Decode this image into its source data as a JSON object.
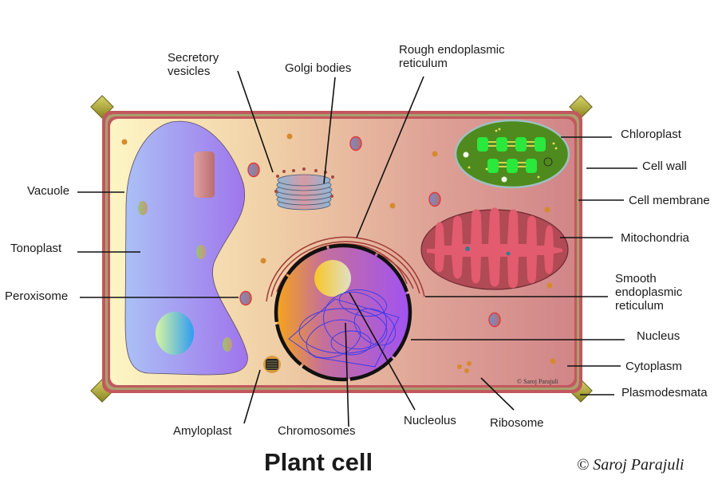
{
  "title": "Plant cell",
  "copyright": "© Saroj Parajuli",
  "watermark": "© Saroj Parajuli",
  "labels": {
    "secretory_vesicles": [
      "Secretory",
      "vesicles"
    ],
    "golgi_bodies": "Golgi bodies",
    "rough_er": [
      "Rough endoplasmic",
      "reticulum"
    ],
    "chloroplast": "Chloroplast",
    "cell_wall": "Cell wall",
    "cell_membrane": "Cell membrane",
    "mitochondria": "Mitochondria",
    "smooth_er": [
      "Smooth",
      "endoplasmic",
      "reticulum"
    ],
    "nucleus": "Nucleus",
    "cytoplasm": "Cytoplasm",
    "plasmodesmata": "Plasmodesmata",
    "vacuole": "Vacuole",
    "tonoplast": "Tonoplast",
    "peroxisome": "Peroxisome",
    "amyloplast": "Amyloplast",
    "chromosomes": "Chromosomes",
    "nucleolus": "Nucleolus",
    "ribosome": "Ribosome"
  },
  "colors": {
    "cell_wall": "#c2585e",
    "wall_inner": "#a8a070",
    "cytoplasm_left": "#fdf3c0",
    "cytoplasm_right": "#d48a8c",
    "vacuole_left": "#a9bdf5",
    "vacuole_right": "#a078ec",
    "chloroplast": "#4f8a1e",
    "thylakoid": "#22e83a",
    "mitochondria_outer": "#b04a55",
    "mitochondria_inner": "#e25b6e",
    "nucleus_left": "#f7a21c",
    "nucleus_right": "#a455f0",
    "nucleolus": "#f5d23a",
    "chromatin": "#3a3af0",
    "plasmodesmata": "#b8b43a"
  }
}
